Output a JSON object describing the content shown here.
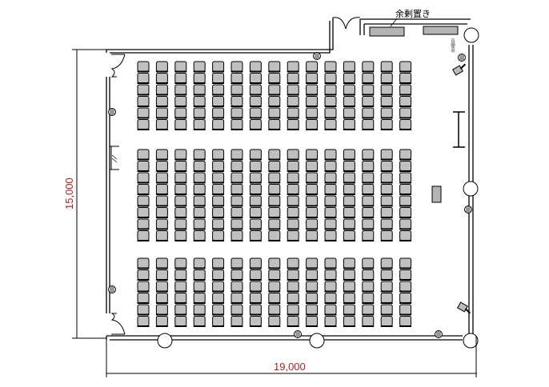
{
  "title": "Seating floor plan",
  "labels": {
    "surplus_storage": "余剰置き",
    "sound_desk": "音響卓"
  },
  "dimensions": {
    "height": "15,000",
    "width": "19,000"
  },
  "seating": {
    "columns": 15,
    "blocks": [
      {
        "name": "front",
        "rows": 6
      },
      {
        "name": "middle",
        "rows": 8
      },
      {
        "name": "back",
        "rows": 6
      }
    ]
  },
  "colors": {
    "chair_fill": "#c0c0c0",
    "dimension_text": "#b22222",
    "table_fill": "#b4b4b4"
  }
}
